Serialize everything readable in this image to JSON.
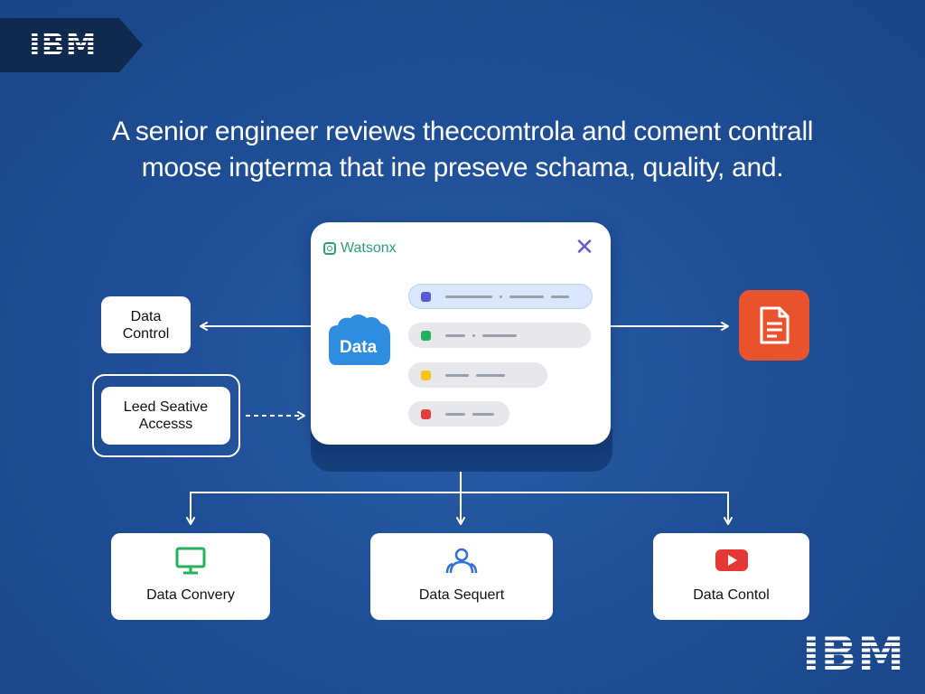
{
  "branding": {
    "top_logo": "IBM",
    "bottom_logo": "IBM"
  },
  "headline": {
    "line1": "A senior engineer reviews theccomtrola and coment contrall",
    "line2": "moose ingterma that ine preseve schama, quality, and."
  },
  "window": {
    "brand": "Watsonx",
    "cloud_label": "Data",
    "rows": [
      {
        "color": "#5a5ad6",
        "selected": true
      },
      {
        "color": "#22b35a",
        "selected": false
      },
      {
        "color": "#f5c518",
        "selected": false
      },
      {
        "color": "#e53e3e",
        "selected": false
      }
    ]
  },
  "left_cards": [
    {
      "line1": "Data",
      "line2": "Control"
    },
    {
      "line1": "Leed Seative",
      "line2": "Accesss"
    }
  ],
  "bottom_cards": [
    {
      "label": "Data Convery",
      "icon": "monitor-icon",
      "color": "#22b35a"
    },
    {
      "label": "Data Sequert",
      "icon": "user-group-icon",
      "color": "#2f6fd6"
    },
    {
      "label": "Data Contol",
      "icon": "play-icon",
      "color": "#e53935"
    }
  ],
  "colors": {
    "background": "#1f4f97",
    "document_tile": "#e8532e",
    "accent_green": "#2e9f7a",
    "cloud_blue": "#2f8de0"
  }
}
